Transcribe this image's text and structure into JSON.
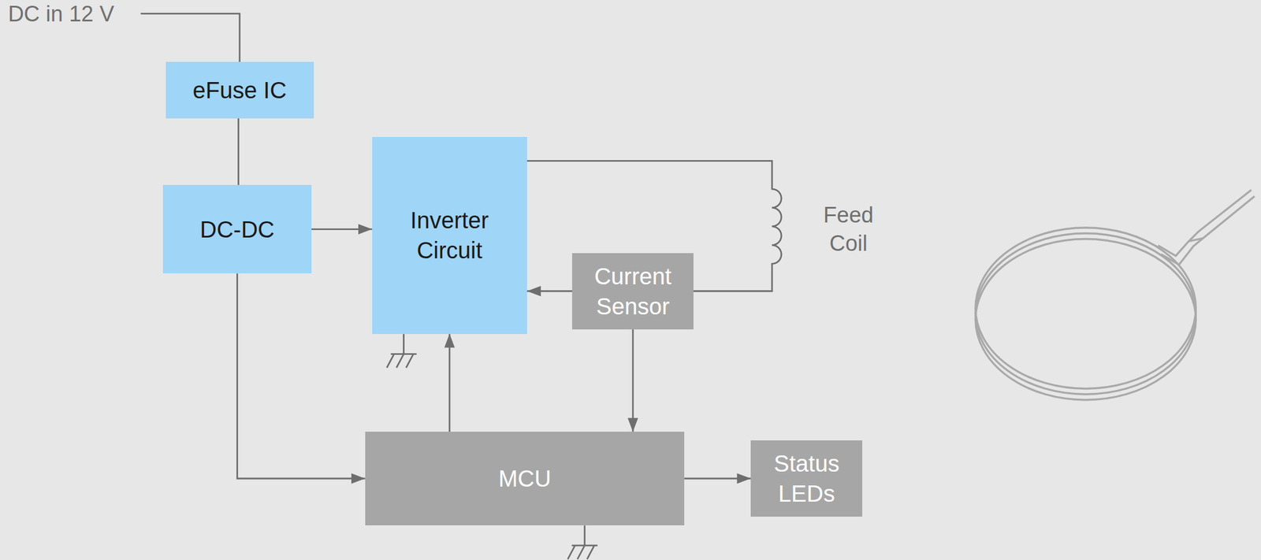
{
  "diagram": {
    "nodes": [
      {
        "text": [
          "eFuse IC"
        ]
      },
      {
        "text": [
          "DC-DC"
        ]
      },
      {
        "text": [
          "Inverter Circuit"
        ]
      },
      {
        "text": [
          "Current Sensor"
        ]
      },
      {
        "text": [
          "MCU"
        ]
      },
      {
        "text": [
          "Status LEDs"
        ]
      }
    ],
    "edges": [
      {
        "from": 0,
        "to": 1,
        "arrow": "none"
      },
      {
        "from": 1,
        "to": 2,
        "arrow": "to"
      },
      {
        "from": 1,
        "to": 4,
        "arrow": "to"
      },
      {
        "from": 3,
        "to": 2,
        "arrow": "to"
      },
      {
        "from": 3,
        "to": 4,
        "arrow": "to"
      },
      {
        "from": 4,
        "to": 2,
        "arrow": "to"
      },
      {
        "from": 4,
        "to": 5,
        "arrow": "to"
      },
      {
        "from": 2,
        "to": 3,
        "arrow": "none"
      }
    ],
    "labels": [
      "DC in 12 V",
      "Feed Coil"
    ]
  }
}
